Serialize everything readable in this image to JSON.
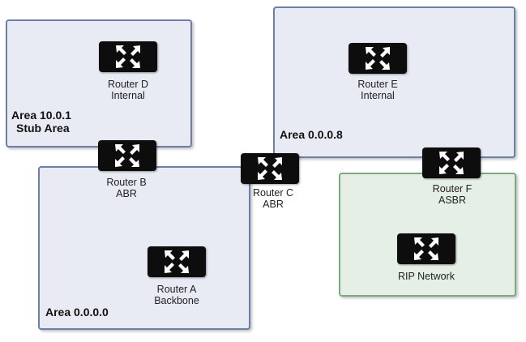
{
  "areas": {
    "area_10": {
      "name": "Area 10.0.1",
      "type": "Stub Area"
    },
    "area_8": {
      "name": "Area 0.0.0.8"
    },
    "area_0": {
      "name": "Area 0.0.0.0"
    },
    "rip": {
      "name": "RIP Network"
    }
  },
  "routers": {
    "d": {
      "name": "Router D",
      "role": "Internal"
    },
    "e": {
      "name": "Router E",
      "role": "Internal"
    },
    "b": {
      "name": "Router B",
      "role": "ABR"
    },
    "c": {
      "name": "Router C",
      "role": "ABR"
    },
    "f": {
      "name": "Router F",
      "role": "ASBR"
    },
    "a": {
      "name": "Router A",
      "role": "Backbone"
    }
  },
  "colors": {
    "area_fill": "#e8ebf3",
    "area_border": "#6b7fa8",
    "rip_fill": "#e6efe6",
    "rip_border": "#7fa882",
    "router_body": "#0d0d0d"
  }
}
